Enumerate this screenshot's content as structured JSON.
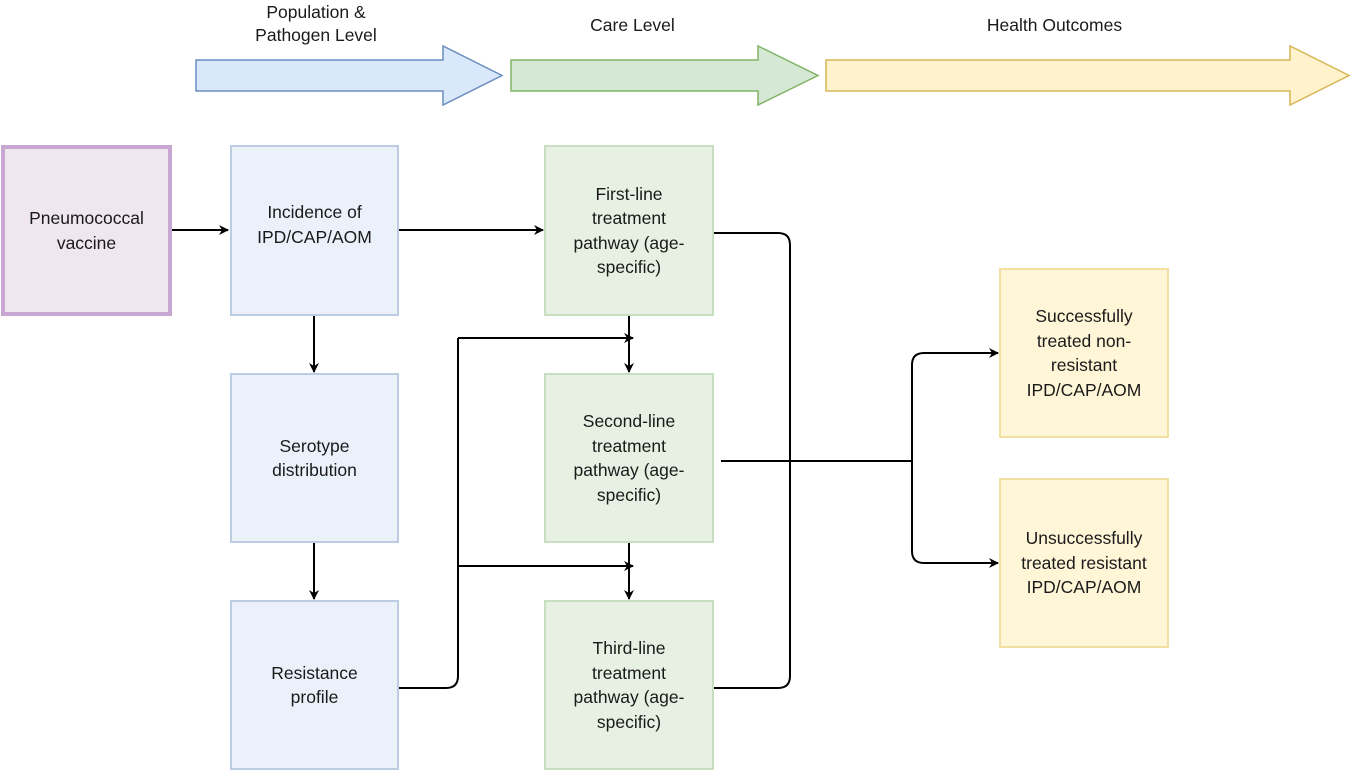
{
  "colors": {
    "purple_fill": "#efe6ef",
    "purple_border": "#c8a8d2",
    "blue_fill": "#ebf1fb",
    "blue_border": "#bccde3",
    "green_fill": "#e7f1e3",
    "green_border": "#c7dec1",
    "yellow_fill": "#fff6d8",
    "yellow_border": "#f2dfa2",
    "arrow_blue_fill": "#dae8fc",
    "arrow_blue_stroke": "#6c8ebf",
    "arrow_green_fill": "#d5e8d4",
    "arrow_green_stroke": "#82b366",
    "arrow_yellow_fill": "#fff2cc",
    "arrow_yellow_stroke": "#d6b656",
    "connector": "#000000"
  },
  "phases": [
    {
      "label": "Population &\nPathogen Level"
    },
    {
      "label": "Care Level"
    },
    {
      "label": "Health Outcomes"
    }
  ],
  "nodes": {
    "vaccine": "Pneumococcal\nvaccine",
    "incidence": "Incidence of\nIPD/CAP/AOM",
    "serotype": "Serotype\ndistribution",
    "resistance": "Resistance\nprofile",
    "first_line": "First-line\ntreatment\npathway (age-\nspecific)",
    "second_line": "Second-line\ntreatment\npathway (age-\nspecific)",
    "third_line": "Third-line\ntreatment\npathway (age-\nspecific)",
    "success": "Successfully\ntreated non-\nresistant\nIPD/CAP/AOM",
    "failure": "Unsuccessfully\ntreated resistant\nIPD/CAP/AOM"
  }
}
